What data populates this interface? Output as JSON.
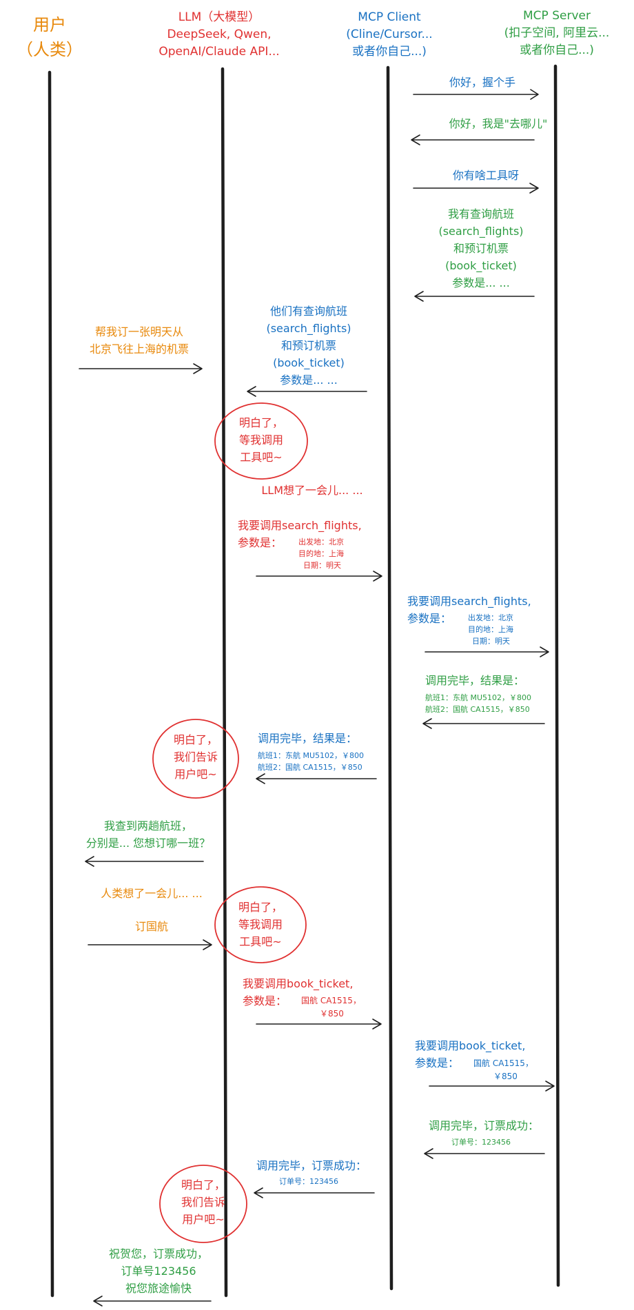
{
  "colors": {
    "user": "#e8890c",
    "llm": "#e03131",
    "client": "#1971c2",
    "server": "#2f9e44",
    "line": "#1e1e1e"
  },
  "headers": {
    "user": [
      "用户",
      "（人类）"
    ],
    "llm": [
      "LLM（大模型）",
      "DeepSeek, Qwen,",
      "OpenAI/Claude API..."
    ],
    "client": [
      "MCP Client",
      "(Cline/Cursor...",
      "或者你自己...)"
    ],
    "server": [
      "MCP Server",
      "(扣子空间, 阿里云...",
      "或者你自己...)"
    ]
  },
  "messages": {
    "m1": [
      "你好，握个手"
    ],
    "m2": [
      "你好，我是\"去哪儿\""
    ],
    "m3": [
      "你有啥工具呀"
    ],
    "m4": [
      "我有查询航班",
      "(search_flights)",
      "和预订机票",
      "(book_ticket)",
      "参数是... ..."
    ],
    "m5": [
      "帮我订一张明天从",
      "北京飞往上海的机票"
    ],
    "m6": [
      "他们有查询航班",
      "(search_flights)",
      "和预订机票",
      "(book_ticket)",
      "参数是... ..."
    ],
    "c1": [
      "明白了，",
      "等我调用",
      "工具吧~"
    ],
    "think_llm": "LLM想了一会儿... ...",
    "m7": {
      "head": [
        "我要调用search_flights,",
        "参数是："
      ],
      "params": [
        "出发地：北京",
        "目的地：上海",
        "日期：明天"
      ]
    },
    "m8": {
      "head": [
        "我要调用search_flights,",
        "参数是："
      ],
      "params": [
        "出发地：北京",
        "目的地：上海",
        "日期：明天"
      ]
    },
    "m9": {
      "head": "调用完毕，结果是：",
      "lines": [
        "航班1：东航 MU5102，￥800",
        "航班2：国航 CA1515，￥850"
      ]
    },
    "m10": {
      "head": "调用完毕，结果是：",
      "lines": [
        "航班1：东航 MU5102，￥800",
        "航班2：国航 CA1515，￥850"
      ]
    },
    "c2": [
      "明白了，",
      "我们告诉",
      "用户吧~"
    ],
    "m11": [
      "我查到两趟航班，",
      "分别是... 您想订哪一班？"
    ],
    "think_user": "人类想了一会儿... ...",
    "m12": [
      "订国航"
    ],
    "c3": [
      "明白了，",
      "等我调用",
      "工具吧~"
    ],
    "m13": {
      "head": [
        "我要调用book_ticket,",
        "参数是："
      ],
      "params": [
        "国航 CA1515，",
        "￥850"
      ]
    },
    "m14": {
      "head": [
        "我要调用book_ticket,",
        "参数是："
      ],
      "params": [
        "国航 CA1515，",
        "￥850"
      ]
    },
    "m15": {
      "head": "调用完毕，订票成功：",
      "lines": [
        "订单号：123456"
      ]
    },
    "m16": {
      "head": "调用完毕，订票成功：",
      "lines": [
        "订单号：123456"
      ]
    },
    "c4": [
      "明白了，",
      "我们告诉",
      "用户吧~"
    ],
    "m17": [
      "祝贺您，订票成功，",
      "订单号123456",
      "祝您旅途愉快"
    ]
  }
}
